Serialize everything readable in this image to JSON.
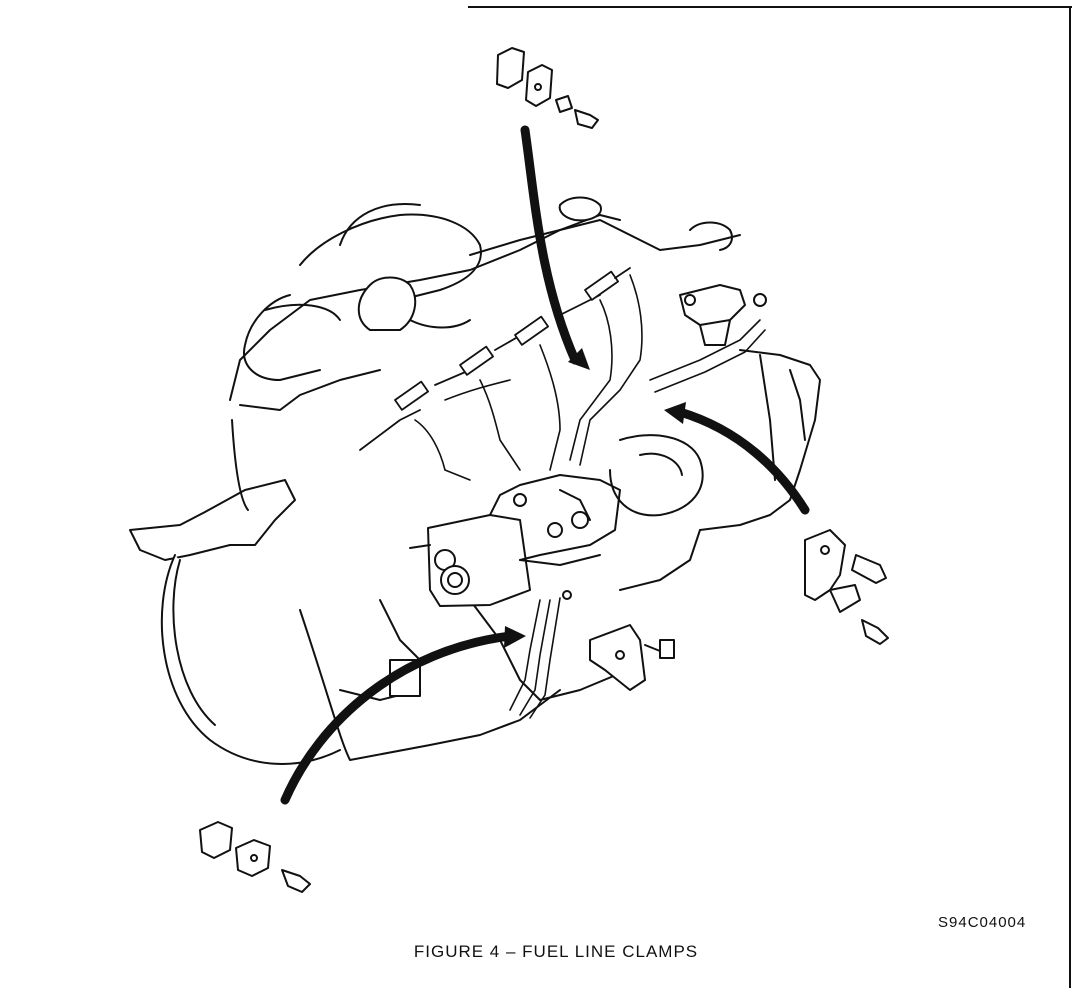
{
  "figure": {
    "code": "S94C04004",
    "caption": "FIGURE 4 – FUEL LINE CLAMPS"
  },
  "icons": [
    "clamp-pair-top",
    "clamp-pair-bottom-left",
    "clamp-bracket-right",
    "support-bracket-mid",
    "engine-assembly"
  ]
}
